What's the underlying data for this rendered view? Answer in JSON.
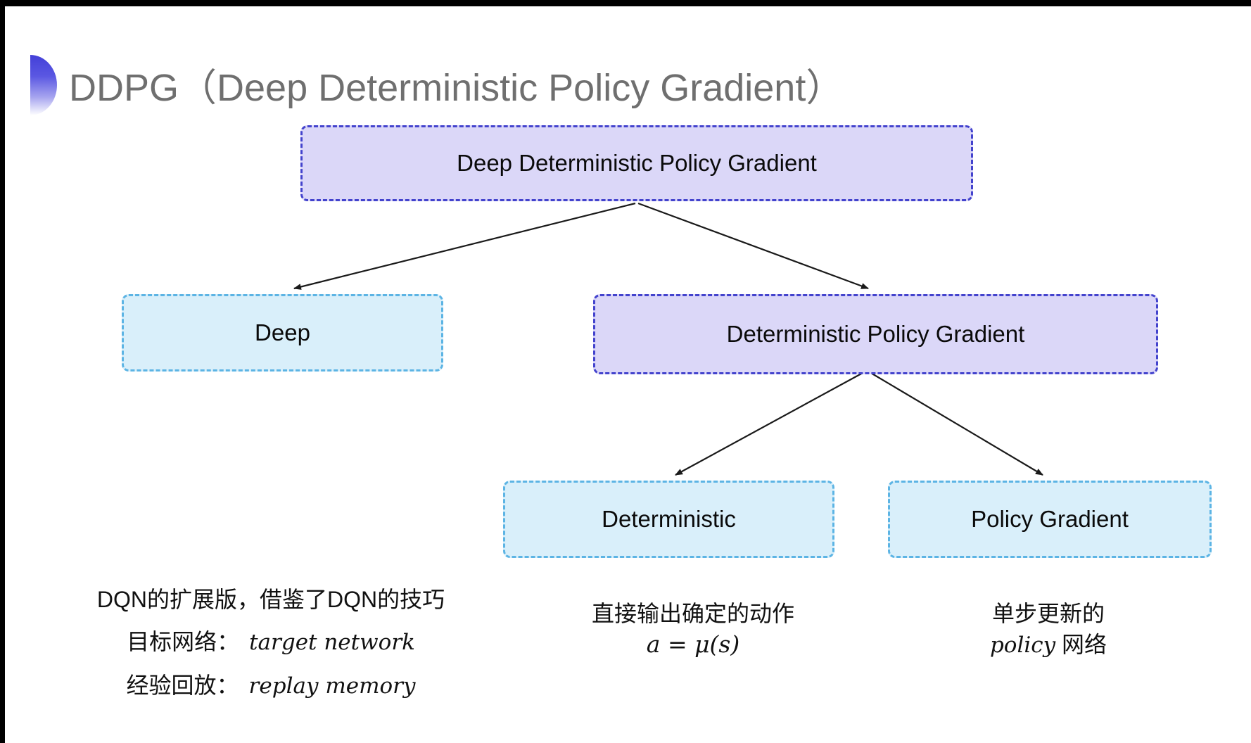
{
  "title": {
    "text": "DDPG（Deep Deterministic Policy Gradient）"
  },
  "tree": {
    "root": "Deep Deterministic Policy Gradient",
    "deep": "Deep",
    "dpg": "Deterministic Policy Gradient",
    "deterministic": "Deterministic",
    "policy_gradient": "Policy Gradient"
  },
  "notes": {
    "deep": {
      "line1": "DQN的扩展版，借鉴了DQN的技巧",
      "target_label": "目标网络：",
      "target_value": "target network",
      "replay_label": "经验回放：",
      "replay_value": "replay memory"
    },
    "deterministic": {
      "line1": "直接输出确定的动作",
      "formula": "a = μ(s)"
    },
    "policy_gradient": {
      "line1": "单步更新的",
      "word": "policy",
      "suffix": " 网络"
    }
  },
  "colors": {
    "purple_fill": "#dbd7f8",
    "purple_border": "#4343cd",
    "cyan_fill": "#d9effa",
    "cyan_border": "#5cb4e4",
    "title_gray": "#6f6f6f",
    "arrow": "#1a1a1a",
    "bullet_blue": "#4340d8",
    "letterbox": "#000000"
  }
}
